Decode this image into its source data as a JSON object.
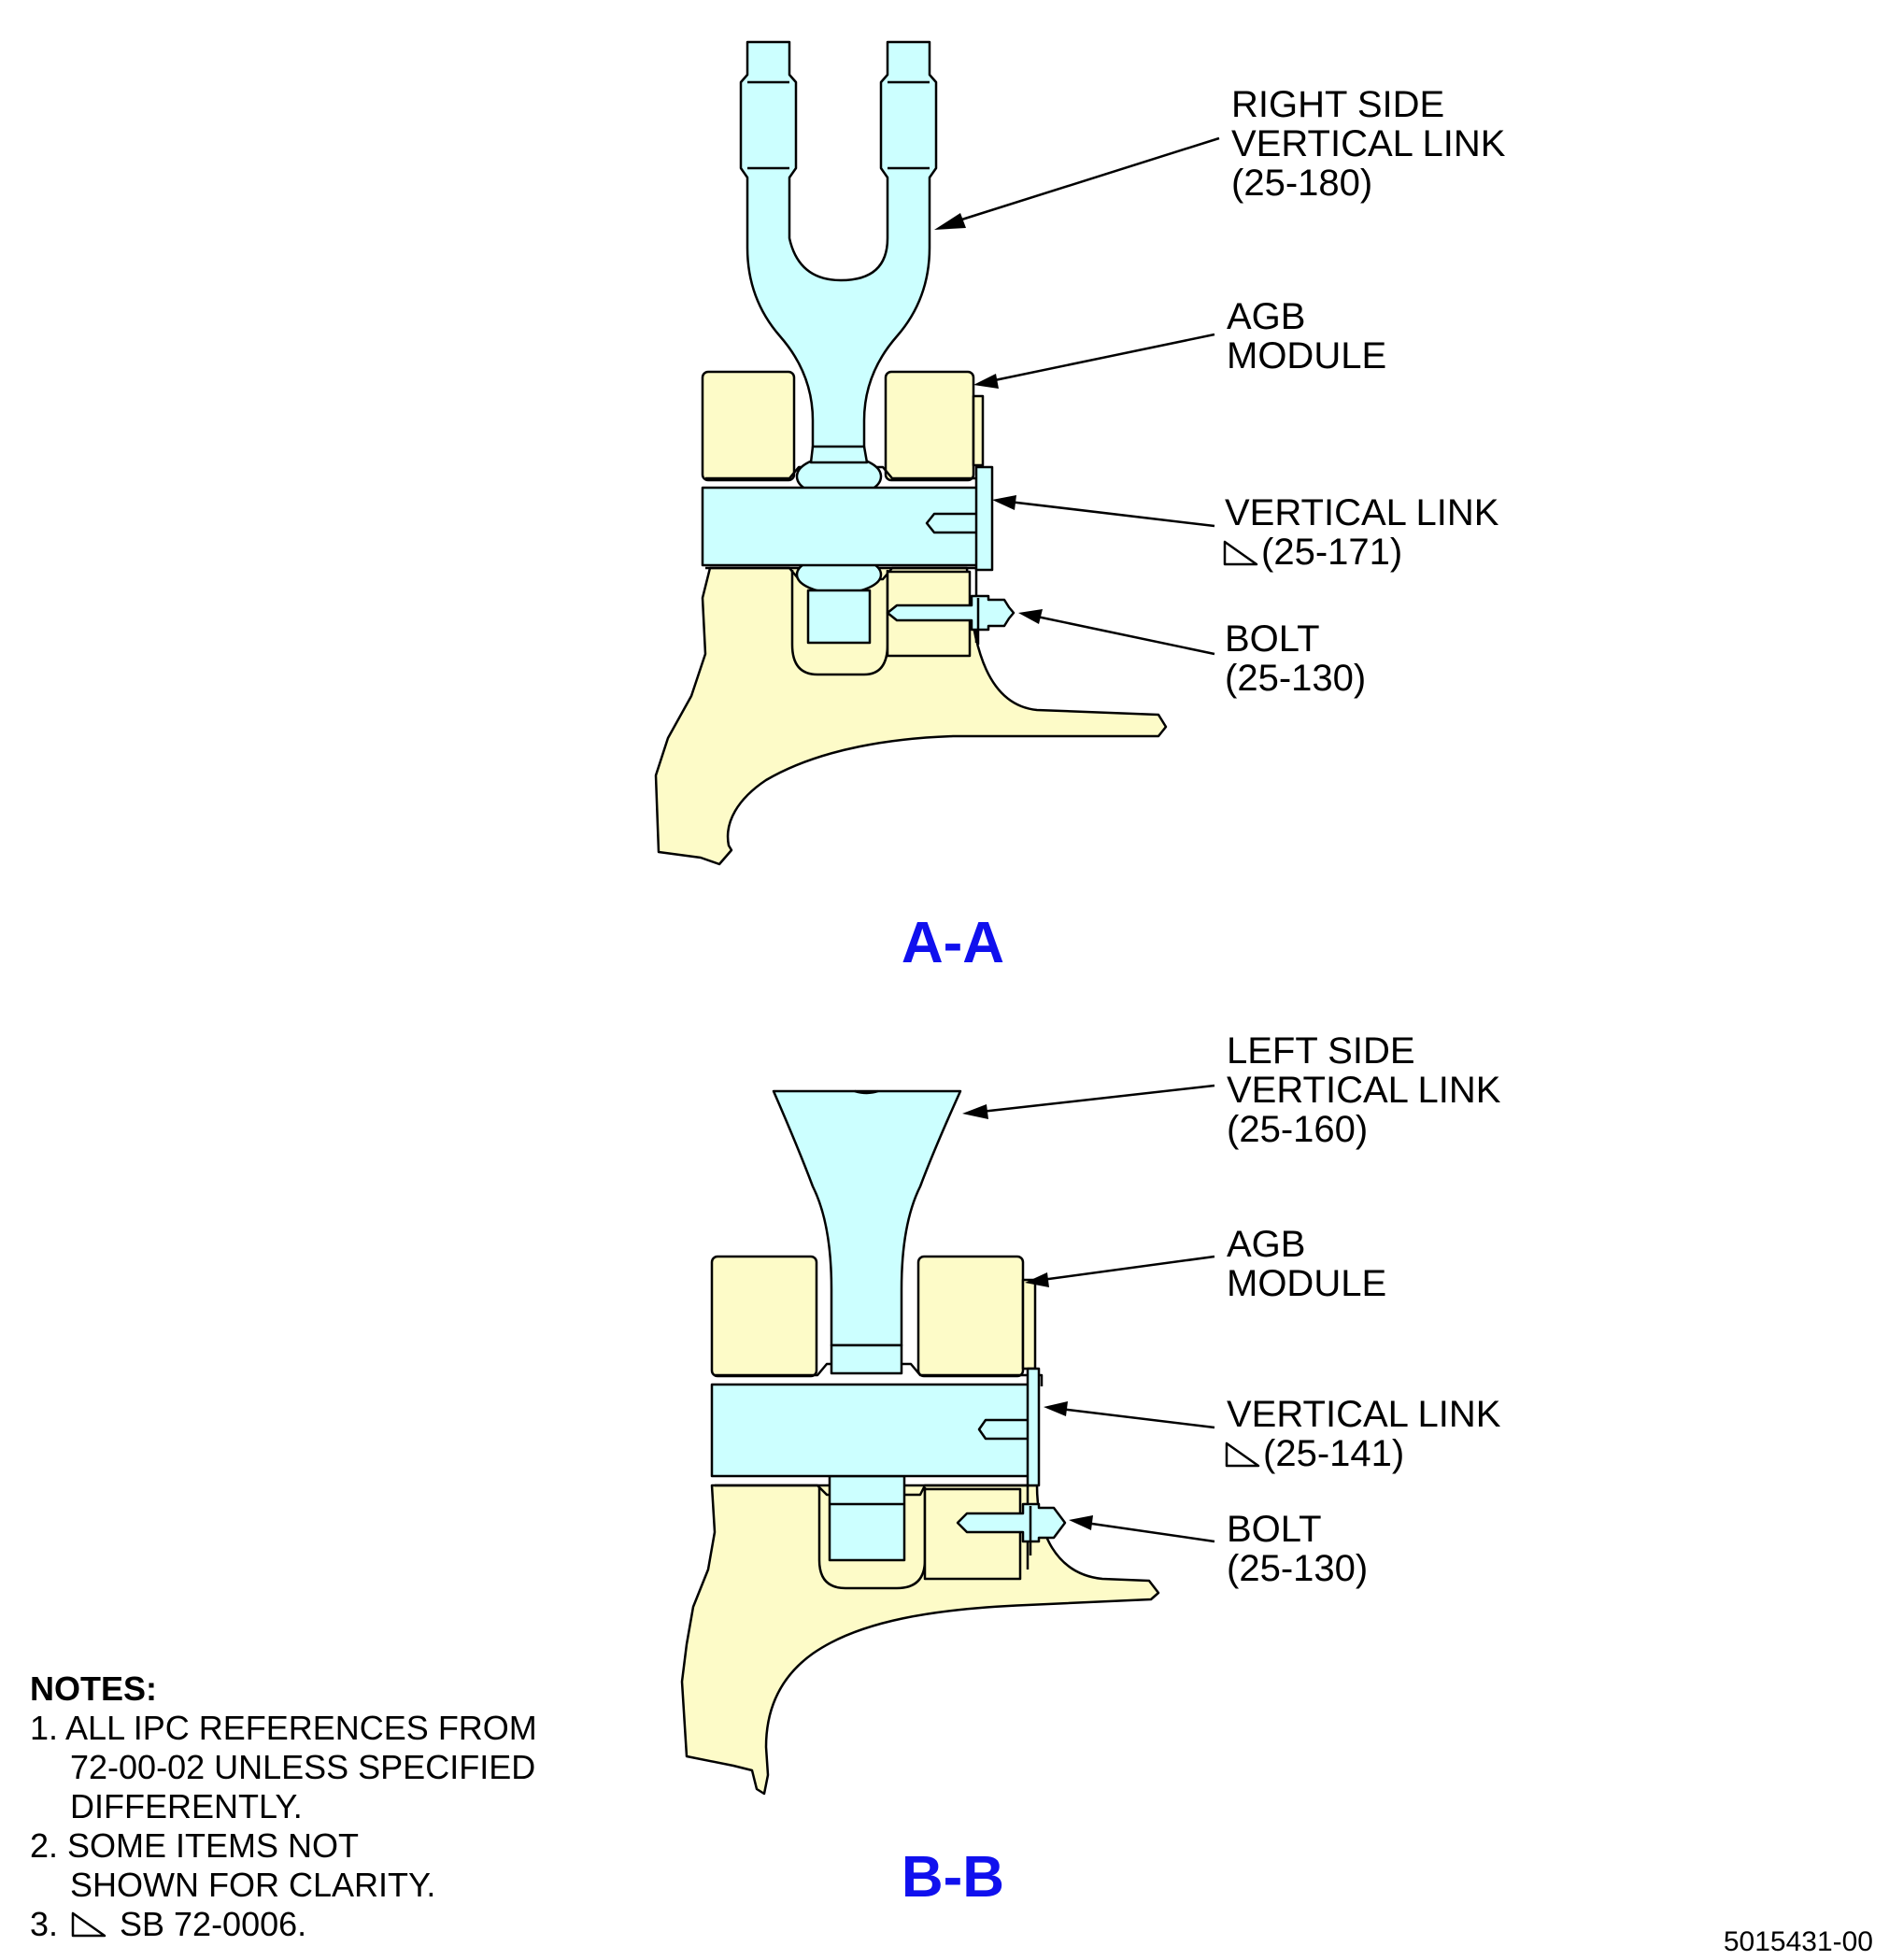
{
  "section_a": {
    "title": "A-A",
    "labels": {
      "upper_link": [
        "RIGHT SIDE",
        "VERTICAL LINK",
        "(25-180)"
      ],
      "agb": [
        "AGB",
        "MODULE"
      ],
      "lower_link": [
        "VERTICAL LINK",
        "(25-171)"
      ],
      "bolt": [
        "BOLT",
        "(25-130)"
      ]
    }
  },
  "section_b": {
    "title": "B-B",
    "labels": {
      "upper_link": [
        "LEFT SIDE",
        "VERTICAL LINK",
        "(25-160)"
      ],
      "agb": [
        "AGB",
        "MODULE"
      ],
      "lower_link": [
        "VERTICAL LINK",
        "(25-141)"
      ],
      "bolt": [
        "BOLT",
        "(25-130)"
      ]
    }
  },
  "notes": {
    "heading": "NOTES:",
    "lines": [
      "1. ALL IPC REFERENCES FROM",
      "72-00-02 UNLESS SPECIFIED",
      "DIFFERENTLY.",
      "2. SOME ITEMS NOT",
      "SHOWN FOR CLARITY.",
      "3.",
      "SB 72-0006."
    ]
  },
  "figure_number": "5015431-00",
  "colors": {
    "housing_fill": "#fdfbc8",
    "link_fill": "#ccffff",
    "section_title": "#1010ee",
    "line": "#000000"
  }
}
